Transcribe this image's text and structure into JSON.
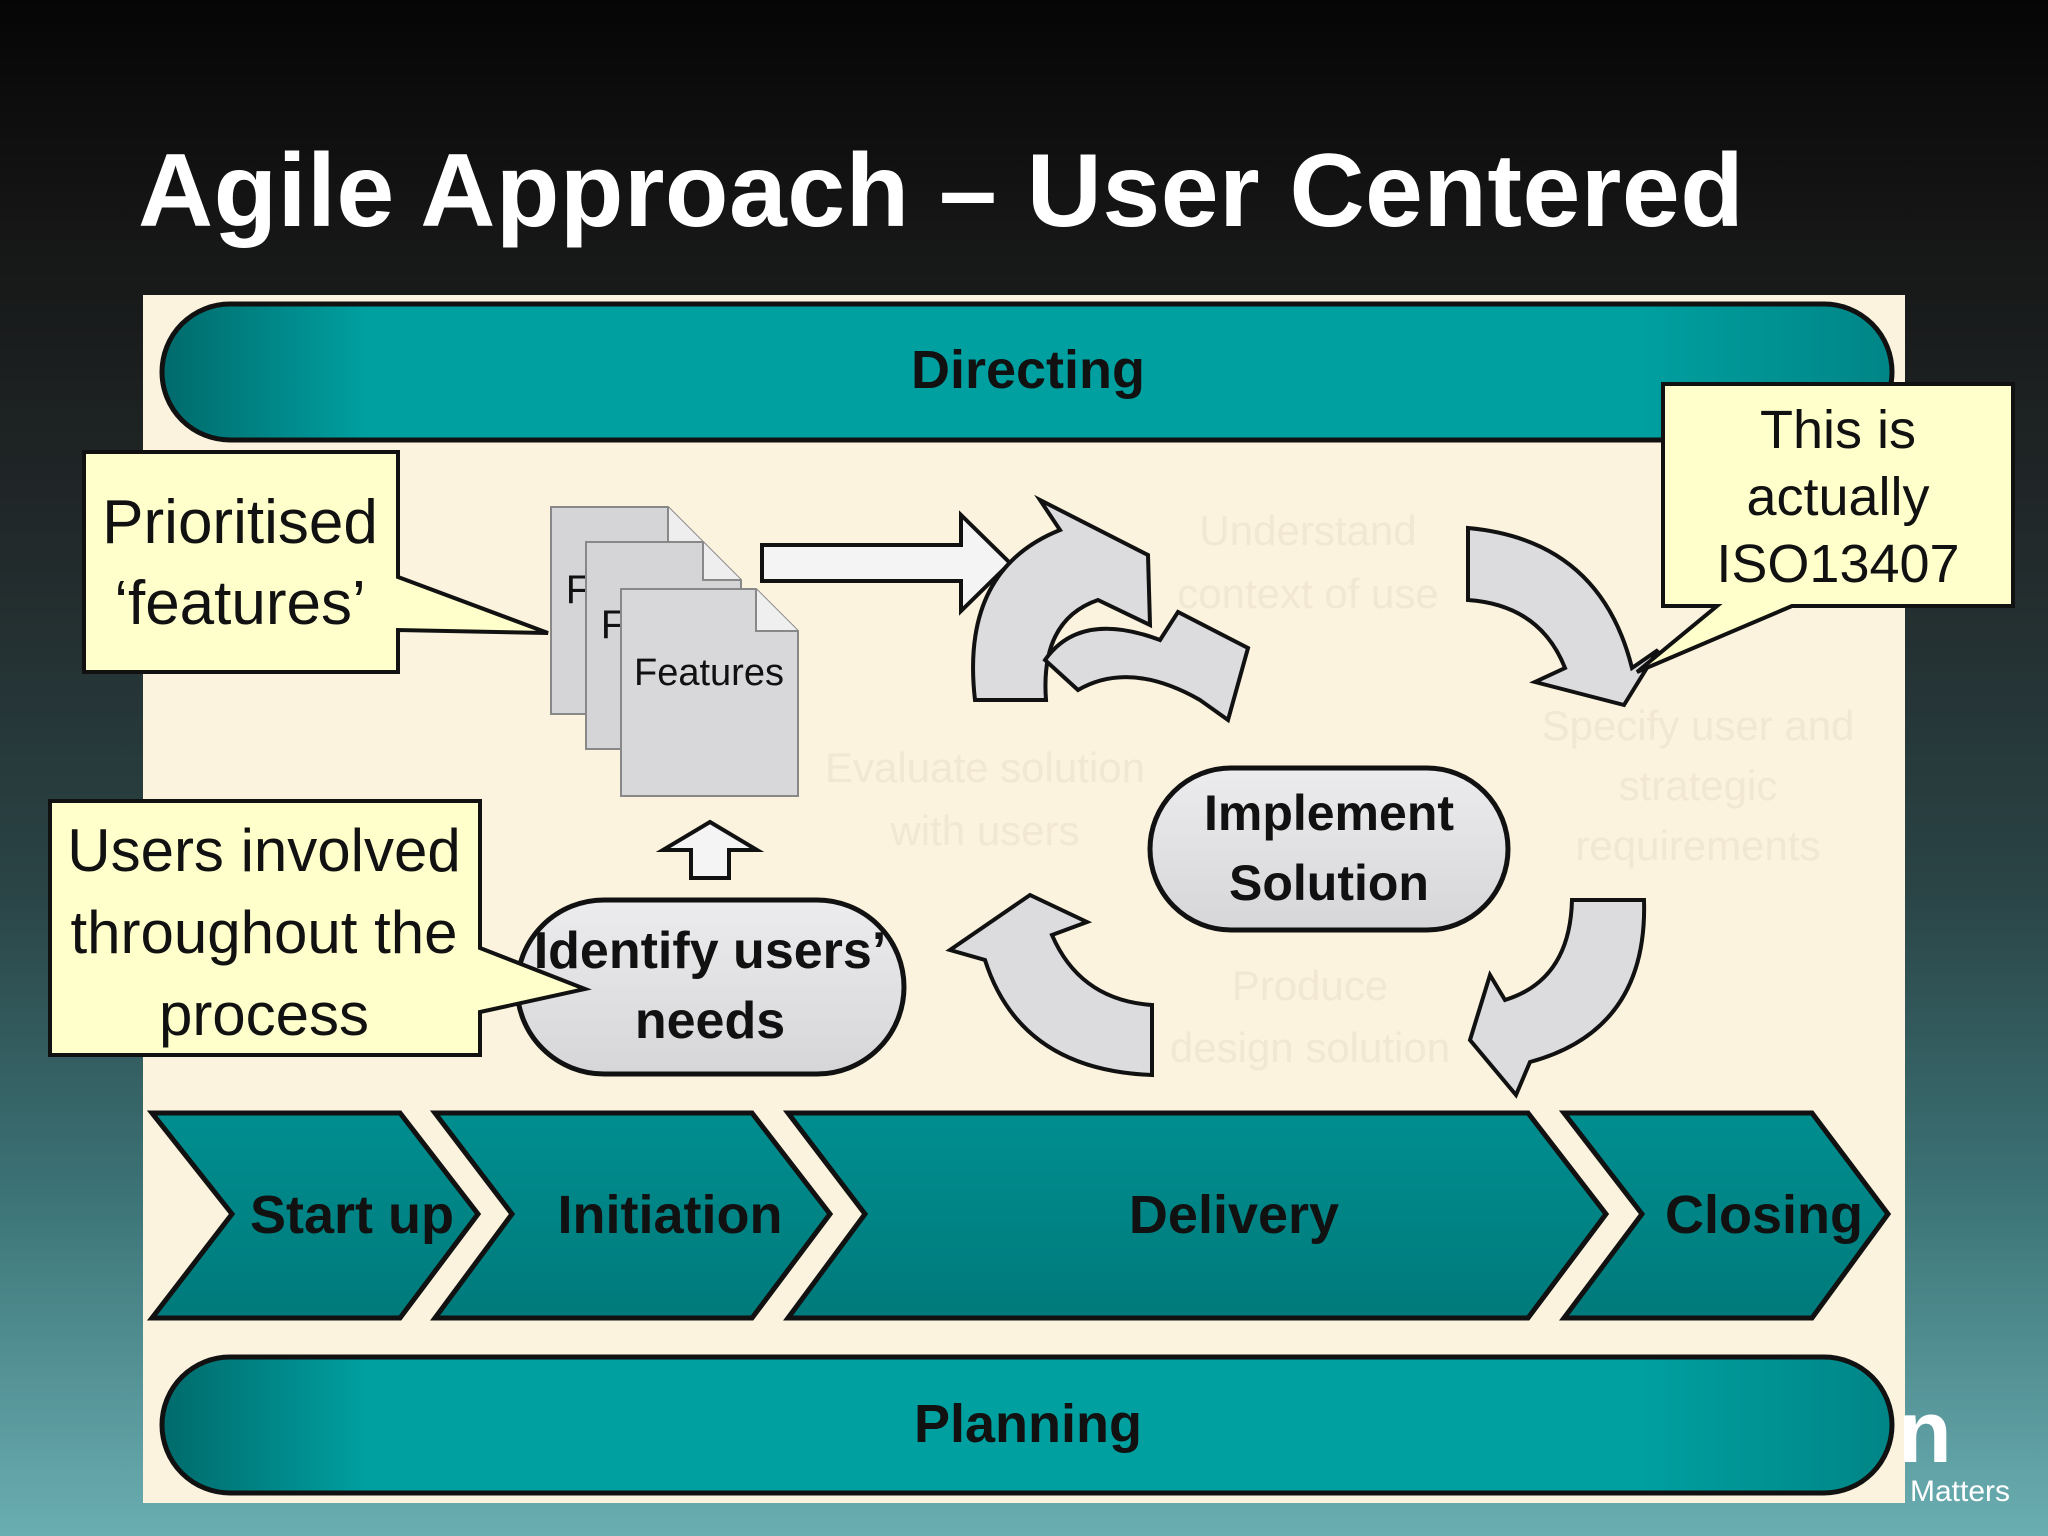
{
  "slide": {
    "title": "Agile Approach – User Centered",
    "footer_tagline": "Matters",
    "footer_mark": "n"
  },
  "diagram": {
    "top_band": "Directing",
    "bottom_band": "Planning",
    "stages": [
      "Start up",
      "Initiation",
      "Delivery",
      "Closing"
    ],
    "cycle_nodes": {
      "identify_needs": [
        "Identify users’",
        "needs"
      ],
      "implement": [
        "Implement",
        "Solution"
      ]
    },
    "document_stack": {
      "front_label": "Features",
      "peek_letter": "F"
    },
    "faded_cycle_steps": [
      [
        "Understand",
        "context of use"
      ],
      [
        "Specify user and",
        "strategic",
        "requirements"
      ],
      [
        "Produce",
        "design solution"
      ],
      [
        "Evaluate solution",
        "with users"
      ]
    ],
    "callouts": {
      "prioritised": [
        "Prioritised",
        "‘features’"
      ],
      "users_involved": [
        "Users involved",
        "throughout the",
        "process"
      ],
      "iso": [
        "This is",
        "actually",
        "ISO13407"
      ]
    }
  },
  "colors": {
    "teal": "#00999a",
    "teal_dark": "#005f60",
    "panel": "#fbf3de",
    "callout": "#ffffcc",
    "node": "#e3e3e5",
    "arrow_fill": "#dcdcde"
  }
}
